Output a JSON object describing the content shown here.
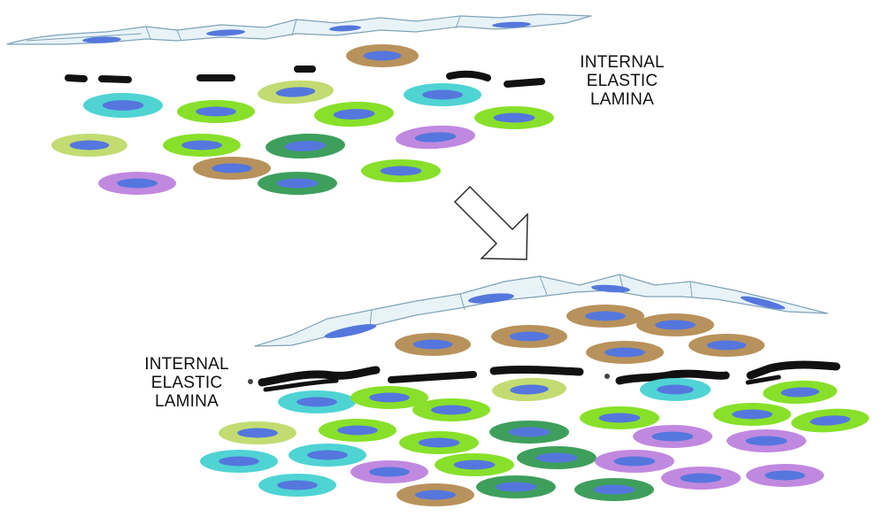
{
  "labels": {
    "top": [
      "INTERNAL",
      "ELASTIC",
      "LAMINA"
    ],
    "bottom": [
      "INTERNAL",
      "ELASTIC",
      "LAMINA"
    ]
  },
  "colors": {
    "nucleus": "#5577dd",
    "endothelium_fill": "#e8f3f8",
    "endothelium_stroke": "#7fa3b8",
    "lamina": "#111111",
    "cell_types": {
      "cyan": "#4fd3d3",
      "lime": "#88e02a",
      "olive": "#c2dc72",
      "green": "#3e9f5c",
      "purple": "#c089e0",
      "tan": "#b8925c"
    }
  },
  "icons": {
    "arrow": "down-right-arrow-icon"
  }
}
